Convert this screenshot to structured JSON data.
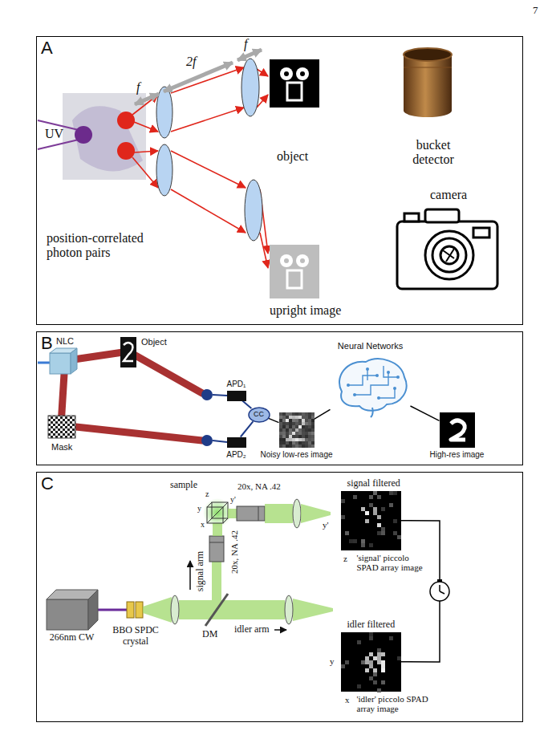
{
  "diagram": {
    "nodes": [
      {
        "text": [
          "A"
        ]
      },
      {
        "text": [
          "B"
        ]
      },
      {
        "text": [
          "APD₁"
        ],
        "in": 1
      },
      {
        "text": [
          "APD₂"
        ],
        "in": 1
      },
      {
        "text": [
          "CC"
        ],
        "in": 1
      },
      {
        "text": [
          "Noisy low-res image"
        ],
        "in": 1
      },
      {
        "text": [
          "Neural Networks"
        ],
        "in": 1
      },
      {
        "text": [
          "High-res image"
        ],
        "in": 1
      },
      {
        "text": [
          "C"
        ]
      },
      {
        "text": [
          "266nm CW"
        ],
        "in": 8
      },
      {
        "text": [
          "signal filtered",
          "'signal' piccolo SPAD array image"
        ],
        "in": 8
      },
      {
        "text": [
          "idler filtered",
          "'idler' piccolo SPAD array image"
        ],
        "in": 8
      }
    ],
    "edges": [
      {
        "from": 2,
        "to": 4,
        "arrow": "none"
      },
      {
        "from": 3,
        "to": 4,
        "arrow": "none"
      },
      {
        "from": 4,
        "to": 5,
        "arrow": "none"
      },
      {
        "from": 5,
        "to": 6,
        "arrow": "none"
      },
      {
        "from": 6,
        "to": 7,
        "arrow": "none"
      },
      {
        "from": 10,
        "to": 11,
        "arrow": "none"
      }
    ],
    "labels": [
      "7",
      "UV",
      "f",
      "2f",
      "f",
      "object",
      "bucket detector",
      "camera",
      "position-correlated photon pairs",
      "upright image",
      "NLC",
      "Object",
      "Mask",
      "BBO SPDC crystal",
      "DM",
      "idler arm",
      "signal arm",
      "sample",
      "20x, NA .42",
      "20x, NA .42",
      "y'",
      "x",
      "z",
      "y",
      "y'",
      "z",
      "y",
      "x"
    ]
  }
}
